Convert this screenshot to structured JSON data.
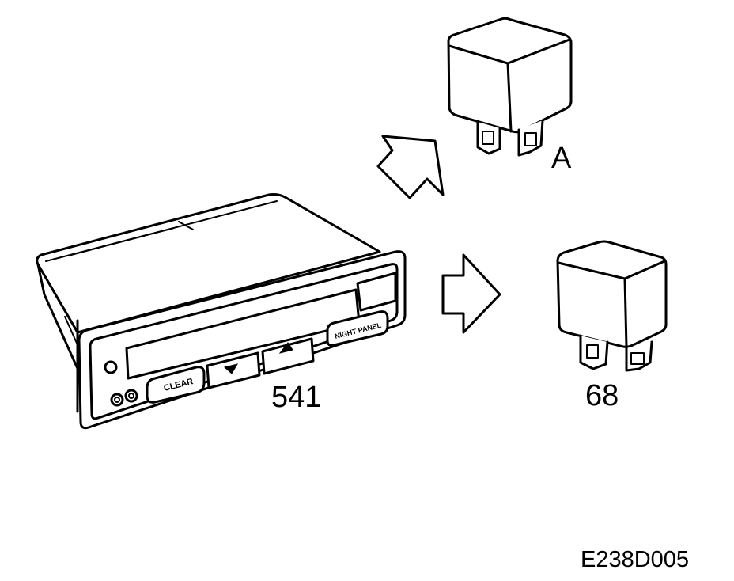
{
  "labels": {
    "relay_a": "A",
    "unit": "541",
    "relay_b": "68",
    "figure_code": "E238D005"
  },
  "buttons": {
    "clear": "CLEAR",
    "night_panel": "NIGHT PANEL"
  },
  "icons": {
    "arrow_up_right": "outline-arrow-up-right-icon",
    "arrow_right": "outline-arrow-right-icon",
    "down": "triangle-down-icon",
    "up": "triangle-up-icon"
  }
}
